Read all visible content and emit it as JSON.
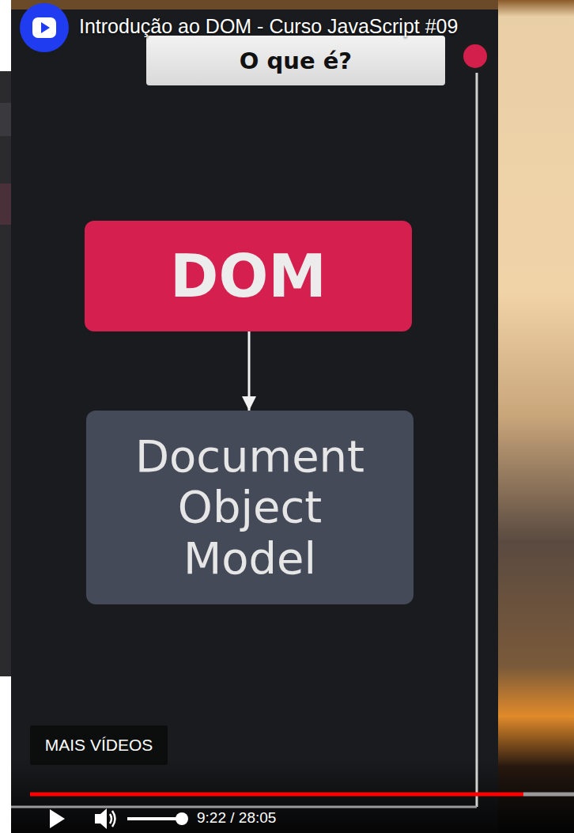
{
  "diagram": {
    "title": "Introdução ao DOM - Curso JavaScript #09",
    "nodes": [
      {
        "text": [
          "O que é?"
        ]
      },
      {
        "text": [
          "DOM"
        ]
      },
      {
        "text": [
          "Document Object Model"
        ]
      },
      {
        "text": [
          "MAIS VÍDEOS"
        ]
      }
    ],
    "edges": [
      {
        "from": 1,
        "to": 2,
        "arrow": "to"
      }
    ],
    "labels": [
      "9:22 / 28:05"
    ]
  }
}
